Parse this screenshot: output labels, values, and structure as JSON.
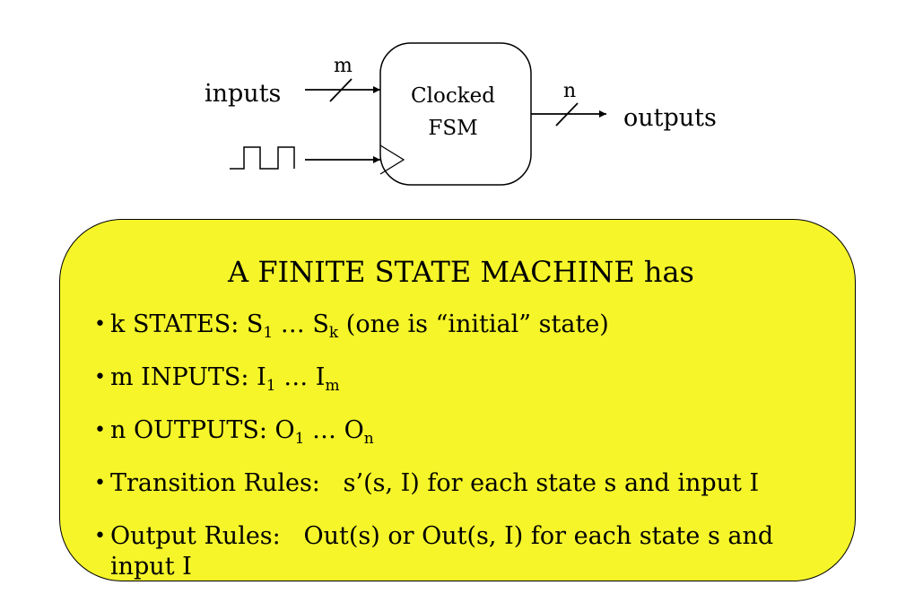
{
  "diagram": {
    "input_label": "inputs",
    "input_width_label": "m",
    "fsm_label_line1": "Clocked",
    "fsm_label_line2": "FSM",
    "output_width_label": "n",
    "output_label": "outputs"
  },
  "definition": {
    "title": "A FINITE STATE MACHINE has",
    "items": [
      {
        "pre": "k STATES: S",
        "sub1": "1",
        "mid": " … S",
        "sub2": "k",
        "post": " (one is “initial” state)"
      },
      {
        "pre": "m INPUTS: I",
        "sub1": "1",
        "mid": " … I",
        "sub2": "m",
        "post": ""
      },
      {
        "pre": "n OUTPUTS: O",
        "sub1": "1",
        "mid": " … O",
        "sub2": "n",
        "post": ""
      },
      {
        "text": "Transition Rules:   s’(s, I) for each state s and input I"
      },
      {
        "text": "Output Rules:   Out(s) or Out(s, I) for each state s and input I"
      }
    ]
  },
  "colors": {
    "box_fill": "#f5f52a",
    "stroke": "#000000"
  }
}
